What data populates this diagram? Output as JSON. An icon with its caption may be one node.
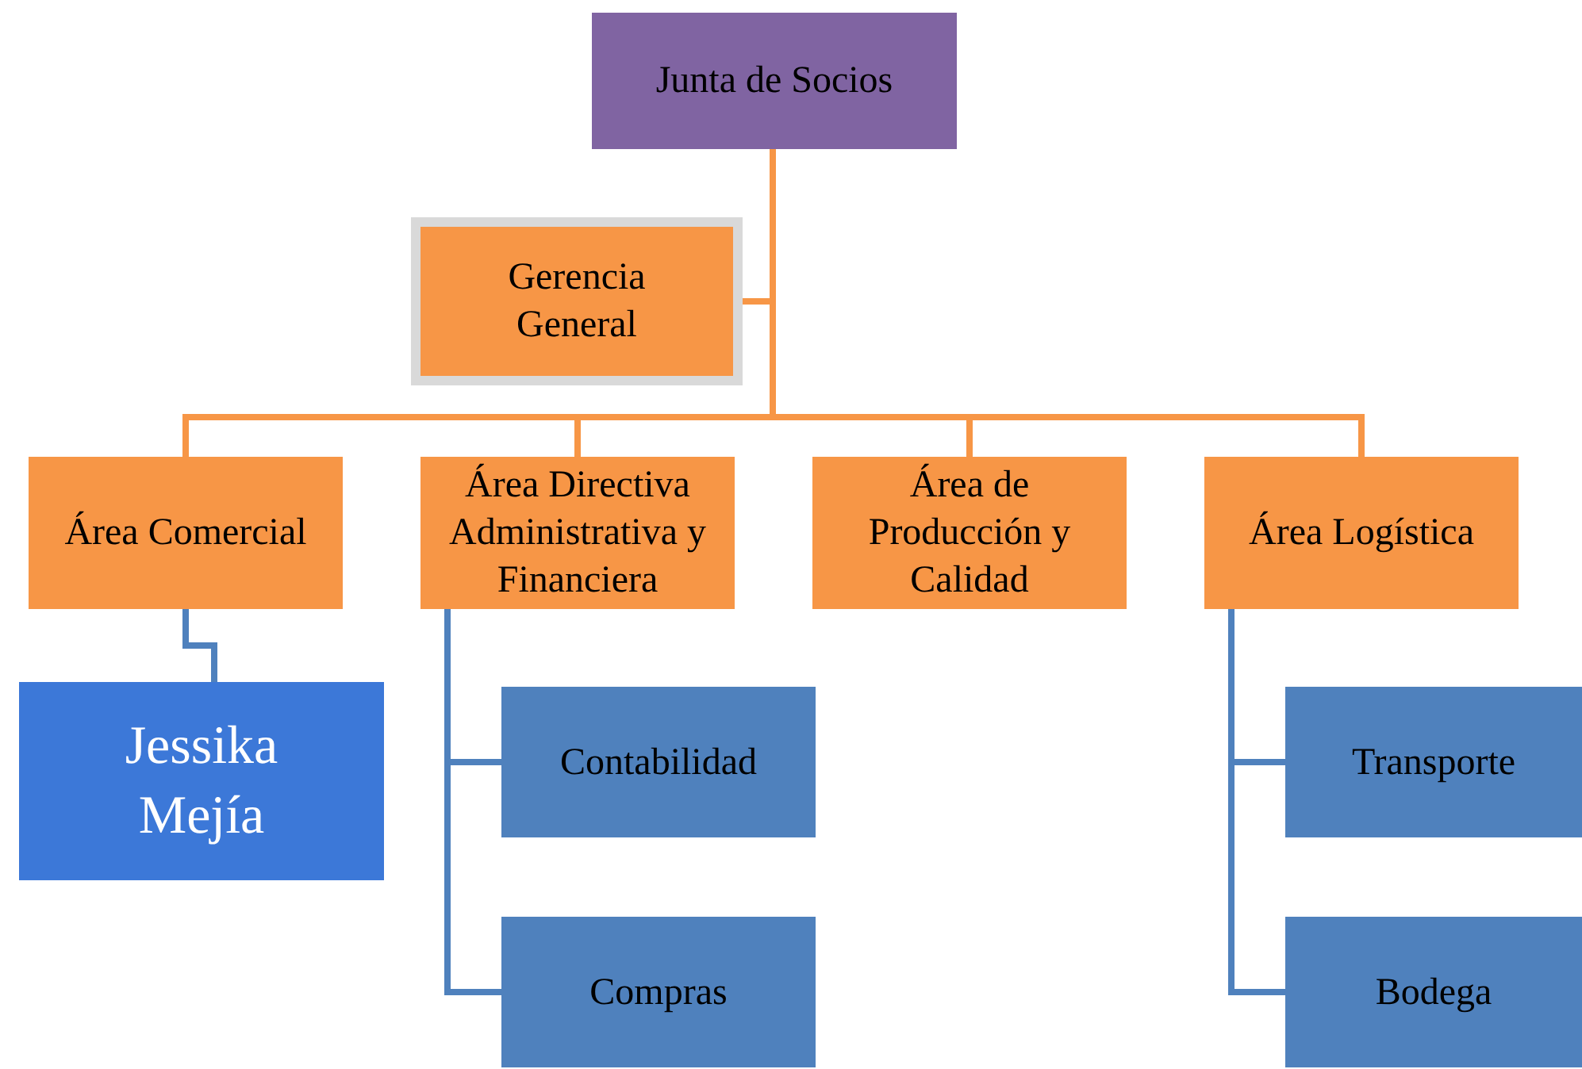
{
  "diagram": {
    "nodes": [
      {
        "text": [
          "Junta de Socios"
        ]
      },
      {
        "text": [
          "Gerencia General"
        ]
      },
      {
        "text": [
          "Área Comercial"
        ]
      },
      {
        "text": [
          "Área Directiva Administrativa y Financiera"
        ]
      },
      {
        "text": [
          "Área de Producción y Calidad"
        ]
      },
      {
        "text": [
          "Área Logística"
        ]
      },
      {
        "text": [
          "Jessika Mejía"
        ]
      },
      {
        "text": [
          "Contabilidad"
        ]
      },
      {
        "text": [
          "Compras"
        ]
      },
      {
        "text": [
          "Transporte"
        ]
      },
      {
        "text": [
          "Bodega"
        ]
      }
    ],
    "edges": [
      {
        "from": 0,
        "to": 1,
        "arrow": "none"
      },
      {
        "from": 0,
        "to": 2,
        "arrow": "none"
      },
      {
        "from": 0,
        "to": 3,
        "arrow": "none"
      },
      {
        "from": 0,
        "to": 4,
        "arrow": "none"
      },
      {
        "from": 0,
        "to": 5,
        "arrow": "none"
      },
      {
        "from": 2,
        "to": 6,
        "arrow": "none",
        "color": "#4f81bd"
      },
      {
        "from": 3,
        "to": 7,
        "arrow": "none",
        "color": "#4f81bd"
      },
      {
        "from": 3,
        "to": 8,
        "arrow": "none",
        "color": "#4f81bd"
      },
      {
        "from": 5,
        "to": 9,
        "arrow": "none",
        "color": "#4f81bd"
      },
      {
        "from": 5,
        "to": 10,
        "arrow": "none",
        "color": "#4f81bd"
      }
    ]
  }
}
